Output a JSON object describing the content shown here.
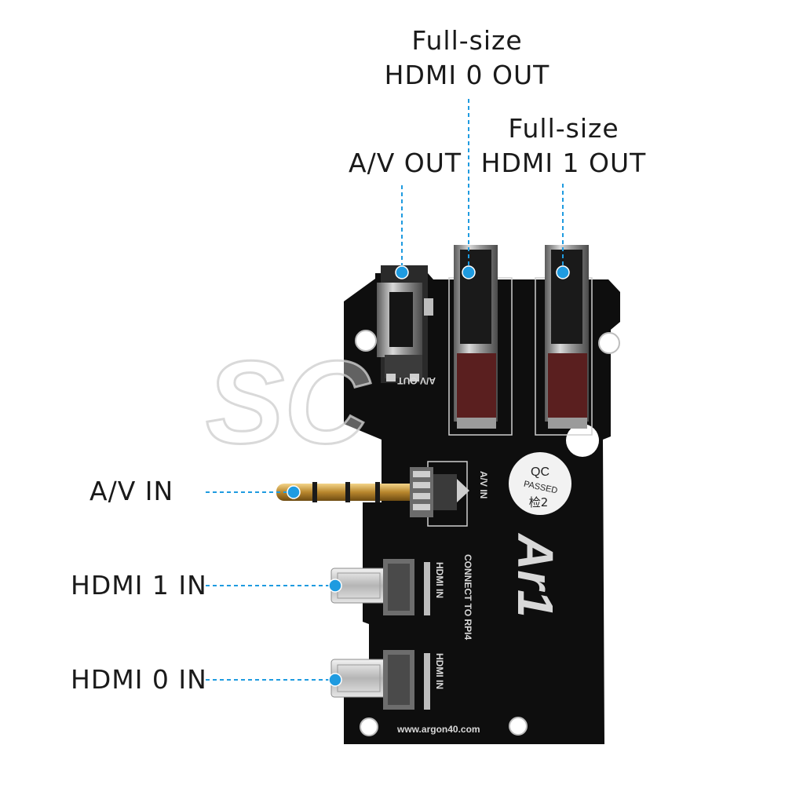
{
  "labels": {
    "hdmi0_out": [
      "Full-size",
      "HDMI 0 OUT"
    ],
    "hdmi1_out": [
      "Full-size",
      "HDMI 1 OUT"
    ],
    "av_out": "A/V OUT",
    "av_in": "A/V IN",
    "hdmi1_in": "HDMI 1 IN",
    "hdmi0_in": "HDMI 0 IN"
  },
  "board": {
    "silk_av_out": "A/V OUT",
    "silk_av_in": "A/V IN",
    "silk_hdmi_in": "HDMI IN",
    "silk_connect": "CONNECT TO RPI4",
    "qc_line1": "QC",
    "qc_line2": "PASSED",
    "qc_line3": "检2",
    "logo": "Ar1",
    "url": "www.argon40.com",
    "watermark": "SC"
  },
  "colors": {
    "accent": "#1f9be0",
    "pcb": "#0e0e0e",
    "text": "#1a1a1a"
  }
}
